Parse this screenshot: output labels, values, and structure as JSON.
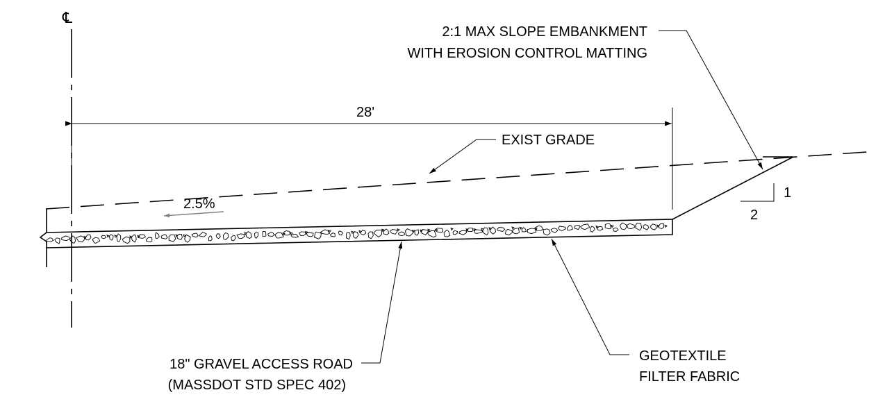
{
  "labels": {
    "centerline": "℄",
    "dimension": "28'",
    "exist_grade": "EXIST GRADE",
    "slope_percent": "2.5%",
    "embankment_line1": "2:1 MAX SLOPE EMBANKMENT",
    "embankment_line2": "WITH EROSION CONTROL MATTING",
    "ratio_rise": "1",
    "ratio_run": "2",
    "road_line1": "18\" GRAVEL ACCESS ROAD",
    "road_line2": "(MASSDOT STD SPEC 402)",
    "fabric_line1": "GEOTEXTILE",
    "fabric_line2": "FILTER FABRIC"
  },
  "colors": {
    "linework": "#000000",
    "slope_arrow": "#808080",
    "background": "#ffffff"
  }
}
